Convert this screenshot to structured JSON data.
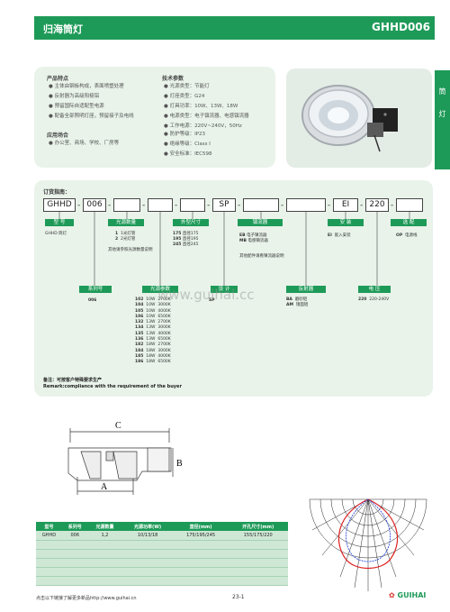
{
  "header": {
    "title": "归海筒灯",
    "code": "GHHD006"
  },
  "side_tab": {
    "chars": [
      "筒",
      "灯"
    ]
  },
  "features": {
    "title": "产品特点",
    "items": [
      "主体由钢板构成，表面喷塑处理",
      "反射器为高级阳极铝",
      "预留国际自适配型电源",
      "配备全部照明灯座，预留接子及电线"
    ],
    "app_title": "应用场合",
    "app_items": [
      "办公室、商场、学校、厂房等"
    ]
  },
  "specs": {
    "title": "技术参数",
    "items": [
      "光源类型：节能灯",
      "灯座类型：G24",
      "灯具功率：10W、13W、18W",
      "电源类型：电子镇流器、电感镇流器",
      "工作电源：220V~240V，50Hz"
    ],
    "items2": [
      "防护等级：IP23",
      "绝缘等级：Class I",
      "安全标准：IEC598"
    ]
  },
  "order": {
    "title": "订货指南：",
    "codes": [
      "GHHD",
      "006",
      "",
      "",
      "",
      "SP",
      "",
      "",
      "EI",
      "220",
      ""
    ],
    "labels_top": [
      "型  号",
      "光源数量",
      "外型尺寸",
      "镇流器",
      "安  装",
      "选  配"
    ],
    "model_desc": "GHHD  筒灯",
    "qty": [
      [
        "1",
        "1光灯管"
      ],
      [
        "2",
        "2光灯管"
      ]
    ],
    "qty_note": "其他请参照光源数量说明",
    "sizes": [
      [
        "175",
        "直径175"
      ],
      [
        "195",
        "直径195"
      ],
      [
        "245",
        "直径245"
      ]
    ],
    "ballast": [
      [
        "EB",
        "电子镇流器"
      ],
      [
        "MB",
        "电感镇流器"
      ]
    ],
    "ballast_note": "其他配件请看镇流器说明",
    "install": [
      [
        "EI",
        "嵌入安装"
      ]
    ],
    "option": [
      [
        "OP",
        "电源线"
      ]
    ],
    "labels_bottom": [
      "系列号",
      "光源参数",
      "设  计",
      "反射器",
      "电  压"
    ],
    "series": "006",
    "lamps": [
      [
        "102",
        "10W",
        "2700K"
      ],
      [
        "104",
        "10W",
        "3000K"
      ],
      [
        "105",
        "10W",
        "4000K"
      ],
      [
        "106",
        "10W",
        "6500K"
      ],
      [
        "132",
        "13W",
        "2700K"
      ],
      [
        "134",
        "13W",
        "3000K"
      ],
      [
        "135",
        "13W",
        "4000K"
      ],
      [
        "136",
        "13W",
        "6500K"
      ],
      [
        "182",
        "18W",
        "2700K"
      ],
      [
        "184",
        "18W",
        "3000K"
      ],
      [
        "185",
        "18W",
        "4000K"
      ],
      [
        "186",
        "18W",
        "6500K"
      ]
    ],
    "design": "SP",
    "reflector": [
      [
        "BA",
        "磨砂铝"
      ],
      [
        "AM",
        "镜面铝"
      ]
    ],
    "voltage": [
      [
        "220",
        "220-240V"
      ]
    ],
    "note_cn": "备注：可按客户特殊要求生产",
    "note_en": "Remark:compliance with the requirement of the buyer"
  },
  "dims": {
    "c": "C",
    "b": "B",
    "a": "A"
  },
  "table": {
    "headers": [
      "型号",
      "系列号",
      "光源数量",
      "光源功率(W)",
      "直径(mm)",
      "开孔尺寸(mm)"
    ],
    "rows": [
      [
        "GHHD",
        "006",
        "1,2",
        "10/13/18",
        "175/195/245",
        "155/175/220"
      ]
    ]
  },
  "footer": {
    "link": "点击以下链接了解更多新品http://www.guihai.cn",
    "page": "23-1",
    "brand": "GUIHAI",
    "watermark": "www.guihai.cc"
  },
  "colors": {
    "accent": "#1e9a58",
    "panel": "#e9f3ea"
  }
}
